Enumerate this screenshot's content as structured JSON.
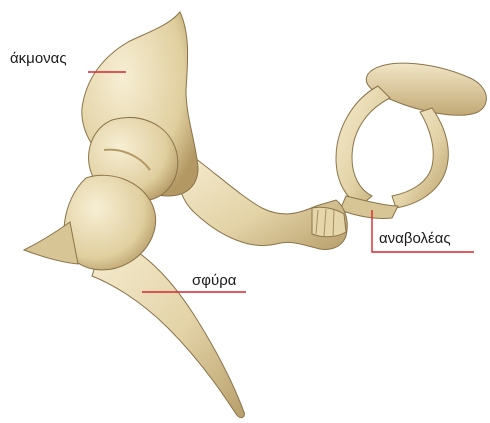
{
  "labels": {
    "incus": "άκμονας",
    "malleus": "σφύρα",
    "stapes": "αναβολέας"
  },
  "colors": {
    "background": "#ffffff",
    "bone_light": "#efe3c2",
    "bone_mid": "#dccb9d",
    "bone_dark": "#a88f5e",
    "bone_outline": "#8a744a",
    "leader_line": "#d9262f"
  }
}
